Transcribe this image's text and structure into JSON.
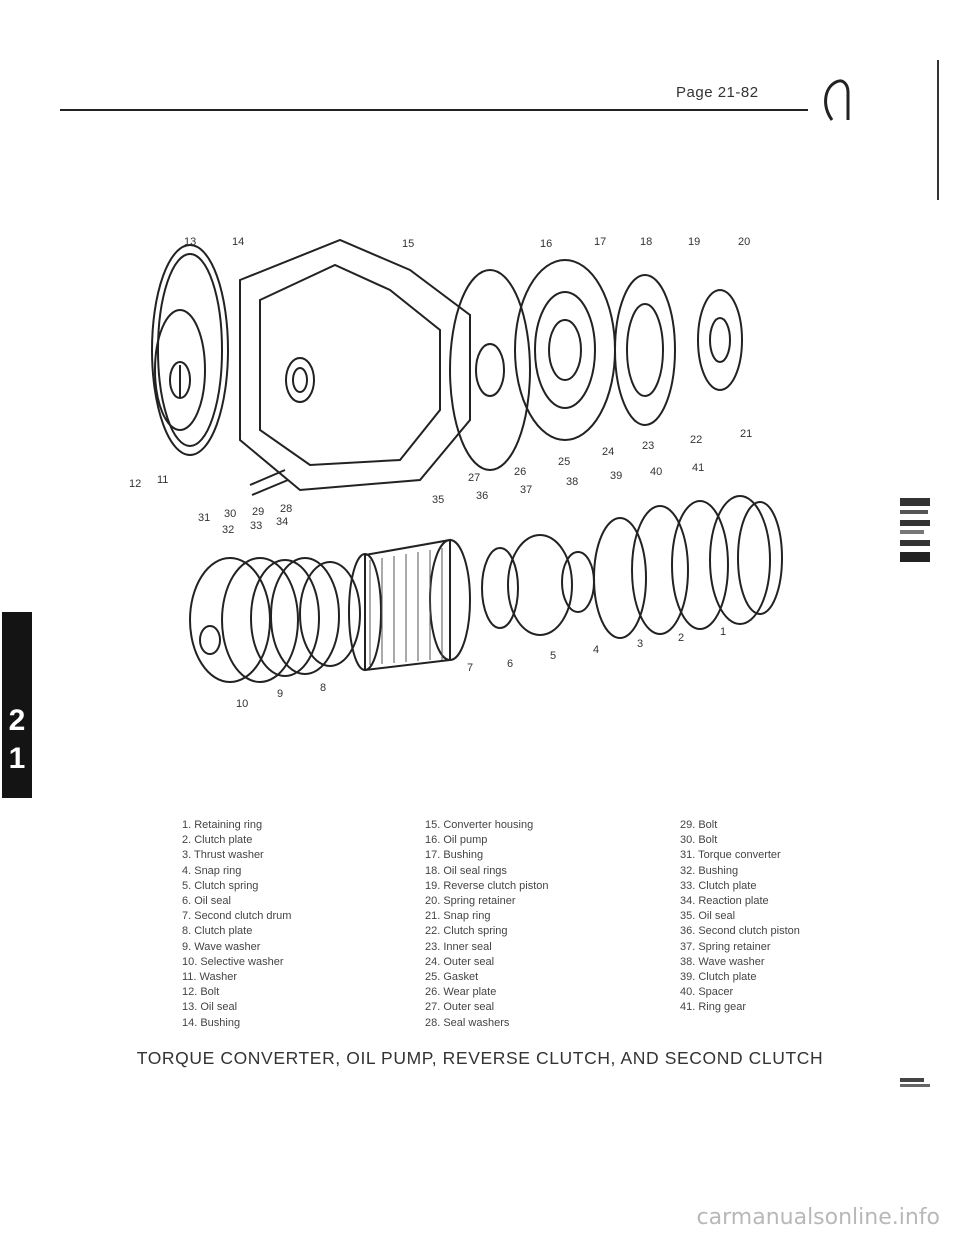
{
  "page_number": "Page 21-82",
  "section_tab": [
    "2",
    "1"
  ],
  "callouts_top": [
    "13",
    "14",
    "15",
    "16",
    "17",
    "18",
    "19",
    "20"
  ],
  "callouts_mid": [
    "12",
    "11",
    "31",
    "30",
    "29",
    "28",
    "32",
    "33",
    "34",
    "27",
    "26",
    "25",
    "24",
    "23",
    "22",
    "21",
    "35",
    "36",
    "37",
    "38",
    "39",
    "40",
    "41"
  ],
  "callouts_bottom": [
    "10",
    "9",
    "8",
    "7",
    "6",
    "5",
    "4",
    "3",
    "2",
    "1"
  ],
  "legend_col1": [
    "1. Retaining ring",
    "2. Clutch plate",
    "3. Thrust washer",
    "4. Snap ring",
    "5. Clutch spring",
    "6. Oil seal",
    "7. Second clutch drum",
    "8. Clutch plate",
    "9. Wave washer",
    "10. Selective washer",
    "11. Washer",
    "12. Bolt",
    "13. Oil seal",
    "14. Bushing"
  ],
  "legend_col2": [
    "15. Converter housing",
    "16. Oil pump",
    "17. Bushing",
    "18. Oil seal rings",
    "19. Reverse clutch piston",
    "20. Spring retainer",
    "21. Snap ring",
    "22. Clutch spring",
    "23. Inner seal",
    "24. Outer seal",
    "25. Gasket",
    "26. Wear plate",
    "27. Outer seal",
    "28. Seal washers"
  ],
  "legend_col3": [
    "29. Bolt",
    "30. Bolt",
    "31. Torque converter",
    "32. Bushing",
    "33. Clutch plate",
    "34. Reaction plate",
    "35. Oil seal",
    "36. Second clutch piston",
    "37. Spring retainer",
    "38. Wave washer",
    "39. Clutch plate",
    "40. Spacer",
    "41. Ring gear"
  ],
  "caption": "TORQUE CONVERTER, OIL PUMP, REVERSE CLUTCH, AND SECOND CLUTCH",
  "watermark": "carmanualsonline.info"
}
